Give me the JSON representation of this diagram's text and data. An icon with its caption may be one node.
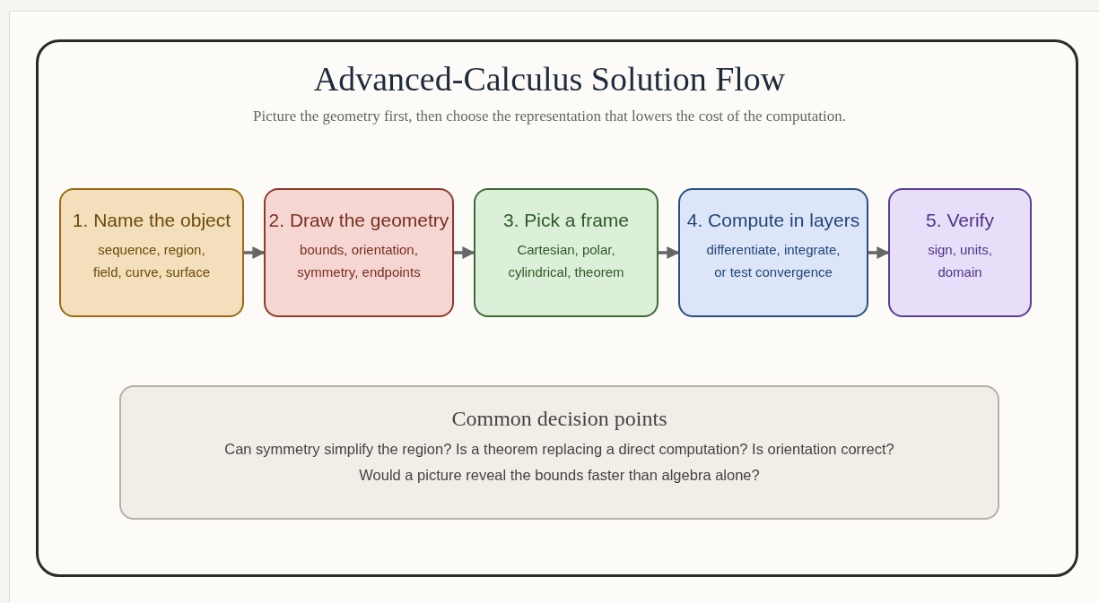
{
  "diagram": {
    "title": "Advanced-Calculus Solution Flow",
    "caption": "Picture the geometry first, then choose the representation that lowers the cost of the computation.",
    "nodes": [
      {
        "text": [
          "1. Name the object",
          "sequence, region, field, curve, surface"
        ]
      },
      {
        "text": [
          "2. Draw the geometry",
          "bounds, orientation, symmetry, endpoints"
        ]
      },
      {
        "text": [
          "3. Pick a frame",
          "Cartesian, polar, cylindrical, theorem"
        ]
      },
      {
        "text": [
          "4. Compute in layers",
          "differentiate, integrate, or test convergence"
        ]
      },
      {
        "text": [
          "5. Verify",
          "sign, units, domain"
        ]
      },
      {
        "text": [
          "Common decision points",
          "Can symmetry simplify the region? Is a theorem replacing a direct computation? Is orientation correct? Would a picture reveal the bounds faster than algebra alone?"
        ]
      }
    ],
    "edges": [
      {
        "from": 0,
        "to": 1,
        "arrow": "to"
      },
      {
        "from": 1,
        "to": 2,
        "arrow": "to"
      },
      {
        "from": 2,
        "to": 3,
        "arrow": "to"
      },
      {
        "from": 3,
        "to": 4,
        "arrow": "to"
      }
    ]
  }
}
